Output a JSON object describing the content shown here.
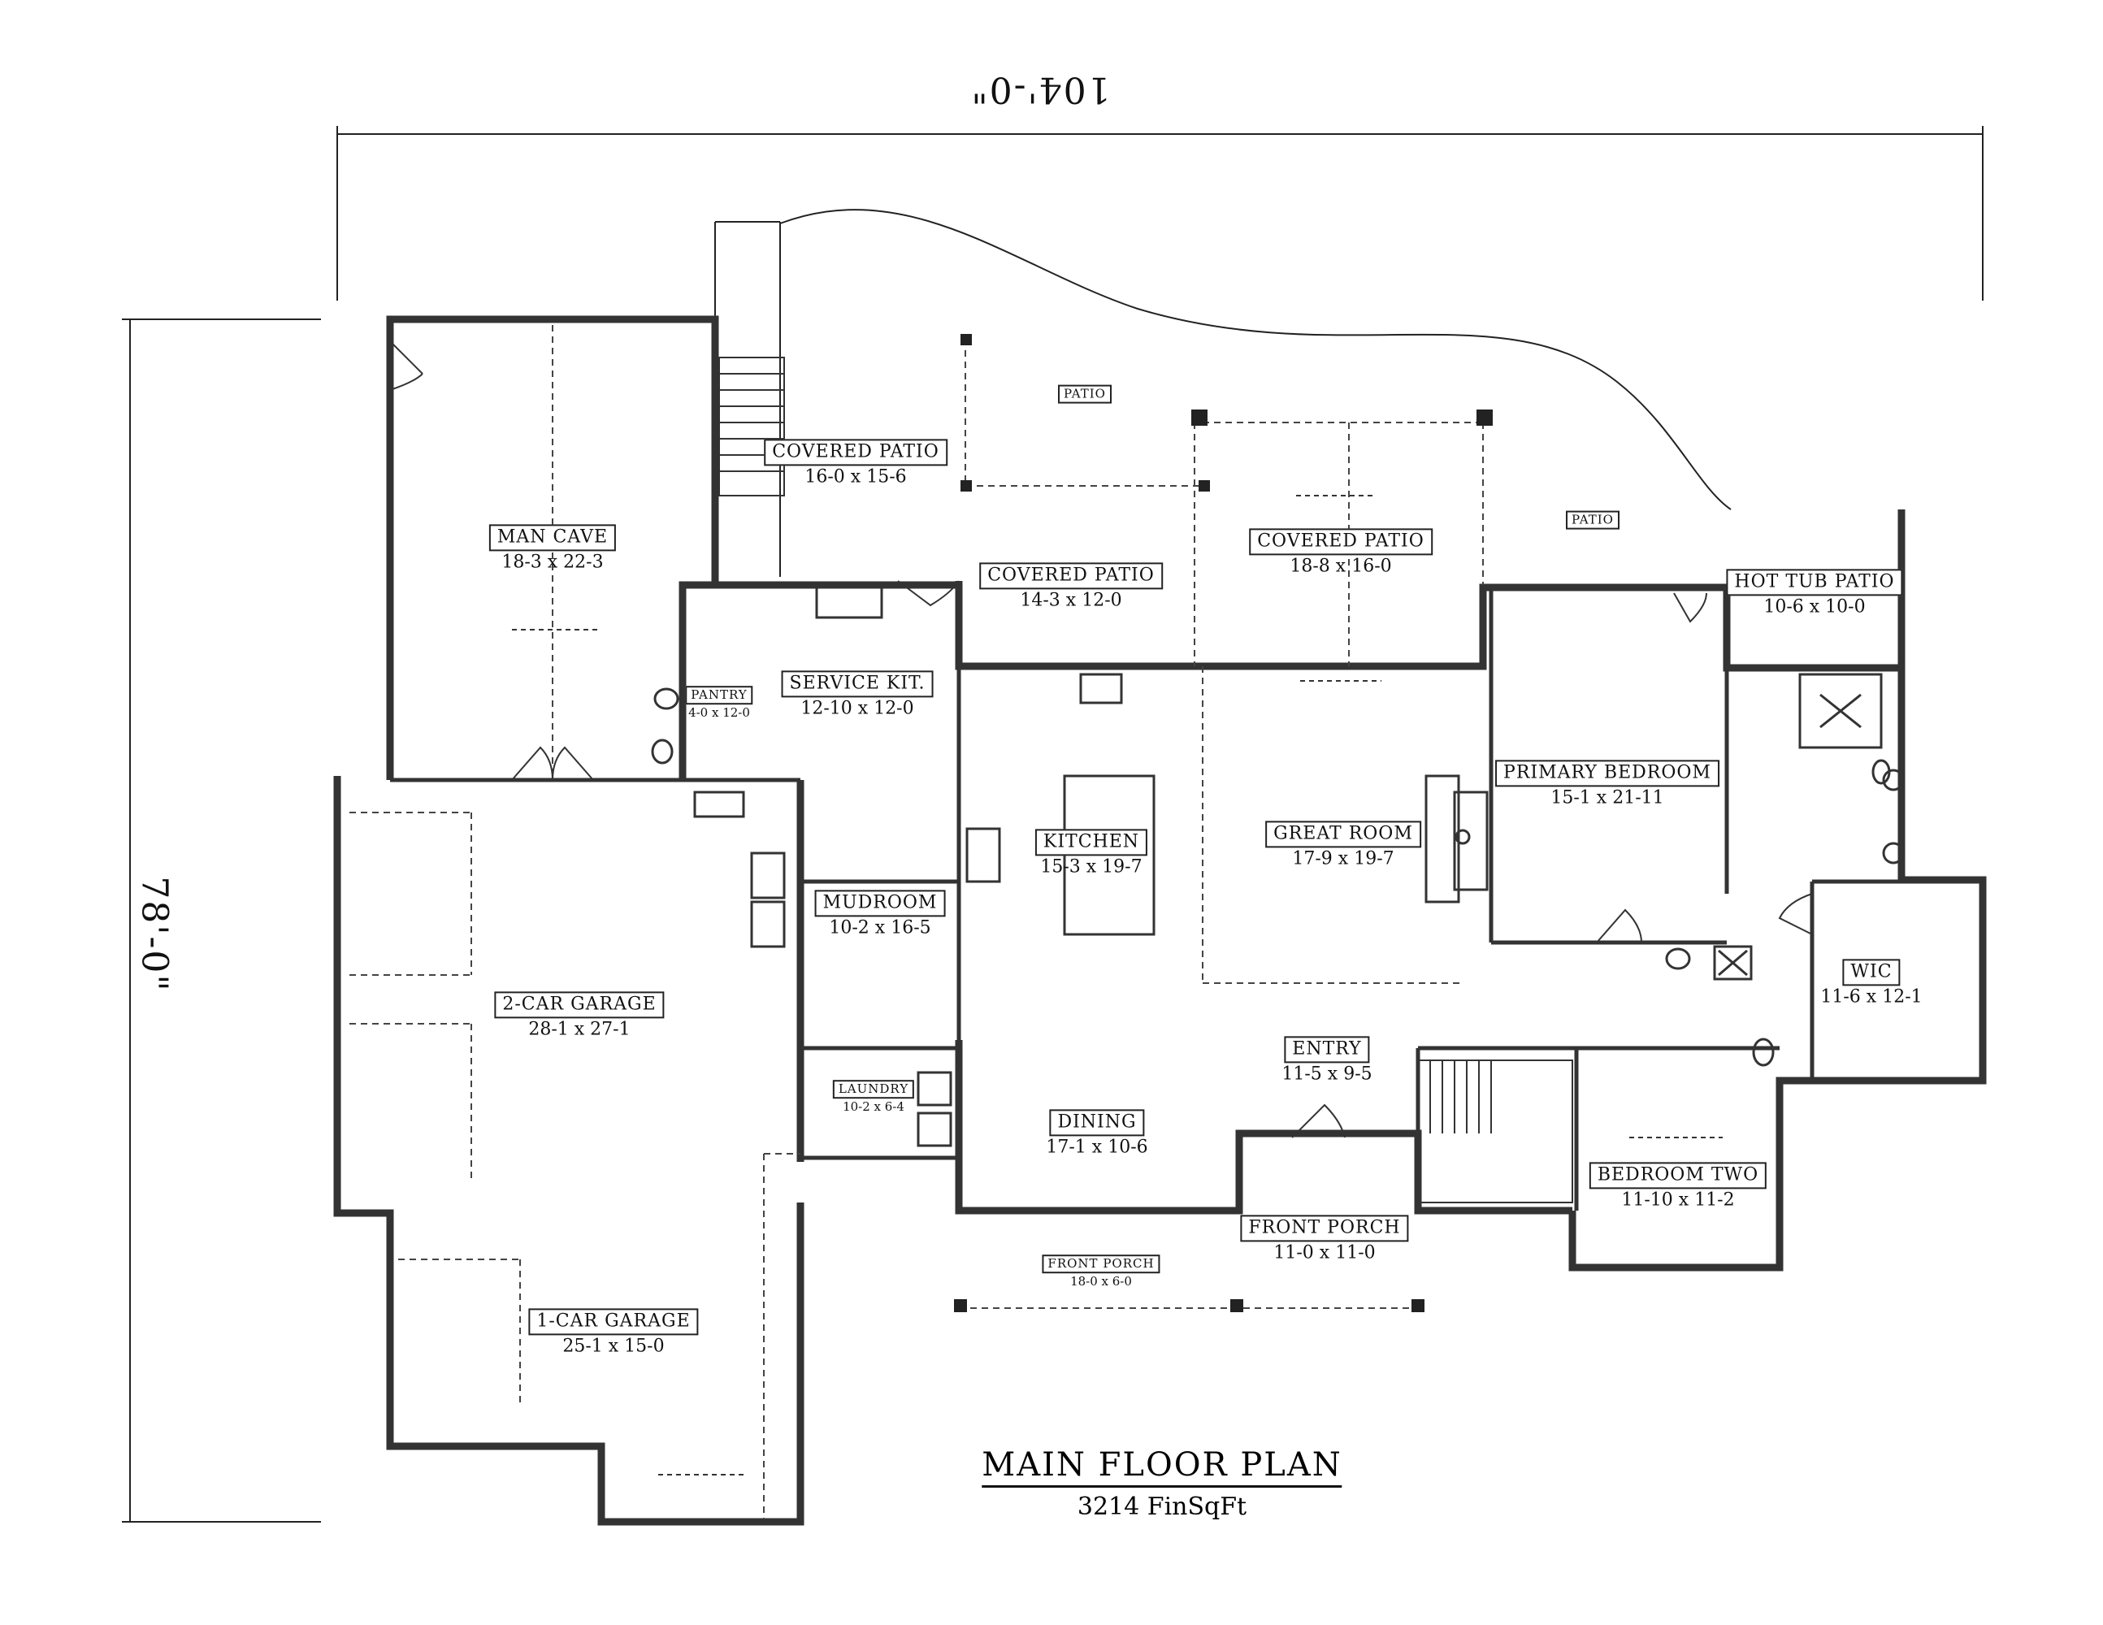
{
  "overall": {
    "width": "104'-0\"",
    "depth": "78'-0\""
  },
  "title": {
    "main": "MAIN FLOOR PLAN",
    "area": "3214 FinSqFt"
  },
  "rooms": [
    {
      "key": "man-cave",
      "name": "MAN CAVE",
      "dim": "18-3 x 22-3"
    },
    {
      "key": "covered-patio-1",
      "name": "COVERED PATIO",
      "dim": "16-0 x 15-6"
    },
    {
      "key": "patio-1",
      "name": "PATIO",
      "dim": ""
    },
    {
      "key": "covered-patio-2",
      "name": "COVERED PATIO",
      "dim": "14-3 x 12-0"
    },
    {
      "key": "covered-patio-3",
      "name": "COVERED PATIO",
      "dim": "18-8 x 16-0"
    },
    {
      "key": "patio-2",
      "name": "PATIO",
      "dim": ""
    },
    {
      "key": "hot-tub-patio",
      "name": "HOT TUB PATIO",
      "dim": "10-6 x 10-0"
    },
    {
      "key": "pantry",
      "name": "PANTRY",
      "dim": "4-0 x 12-0"
    },
    {
      "key": "service-kit",
      "name": "SERVICE KIT.",
      "dim": "12-10 x 12-0"
    },
    {
      "key": "kitchen",
      "name": "KITCHEN",
      "dim": "15-3 x 19-7"
    },
    {
      "key": "great-room",
      "name": "GREAT ROOM",
      "dim": "17-9 x 19-7"
    },
    {
      "key": "primary-bedroom",
      "name": "PRIMARY BEDROOM",
      "dim": "15-1 x 21-11"
    },
    {
      "key": "mudroom",
      "name": "MUDROOM",
      "dim": "10-2 x 16-5"
    },
    {
      "key": "two-car-garage",
      "name": "2-CAR GARAGE",
      "dim": "28-1 x 27-1"
    },
    {
      "key": "wic",
      "name": "WIC",
      "dim": "11-6 x 12-1"
    },
    {
      "key": "entry",
      "name": "ENTRY",
      "dim": "11-5 x 9-5"
    },
    {
      "key": "laundry",
      "name": "LAUNDRY",
      "dim": "10-2 x 6-4"
    },
    {
      "key": "dining",
      "name": "DINING",
      "dim": "17-1 x 10-6"
    },
    {
      "key": "bedroom-two",
      "name": "BEDROOM TWO",
      "dim": "11-10 x 11-2"
    },
    {
      "key": "front-porch-1",
      "name": "FRONT PORCH",
      "dim": "11-0 x 11-0"
    },
    {
      "key": "front-porch-2",
      "name": "FRONT PORCH",
      "dim": "18-0 x 6-0"
    },
    {
      "key": "one-car-garage",
      "name": "1-CAR GARAGE",
      "dim": "25-1 x 15-0"
    }
  ]
}
